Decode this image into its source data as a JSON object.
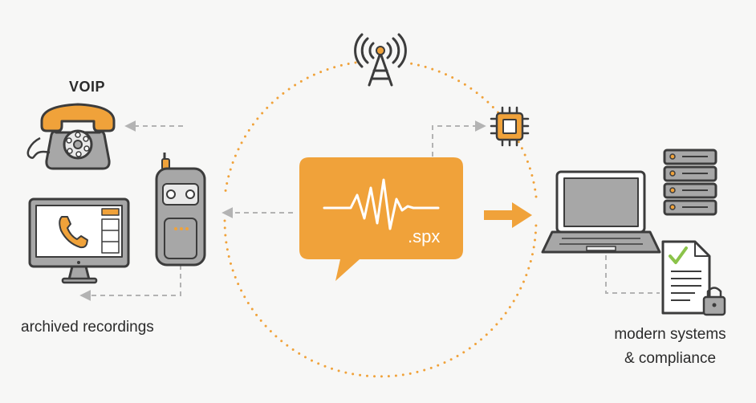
{
  "labels": {
    "voip": "VOIP",
    "archived": "archived recordings",
    "modern_line1": "modern systems",
    "modern_line2": "& compliance",
    "file_ext": ".spx"
  },
  "colors": {
    "accent": "#f0a23a",
    "icon_fill": "#a7a7a7",
    "outline": "#3c3c3c",
    "dashed_grey": "#b3b3b3",
    "check": "#8bc34a"
  },
  "icons": [
    "telephone-icon",
    "monitor-phone-icon",
    "voice-recorder-icon",
    "antenna-icon",
    "chip-icon",
    "laptop-icon",
    "server-icon",
    "document-lock-icon"
  ]
}
